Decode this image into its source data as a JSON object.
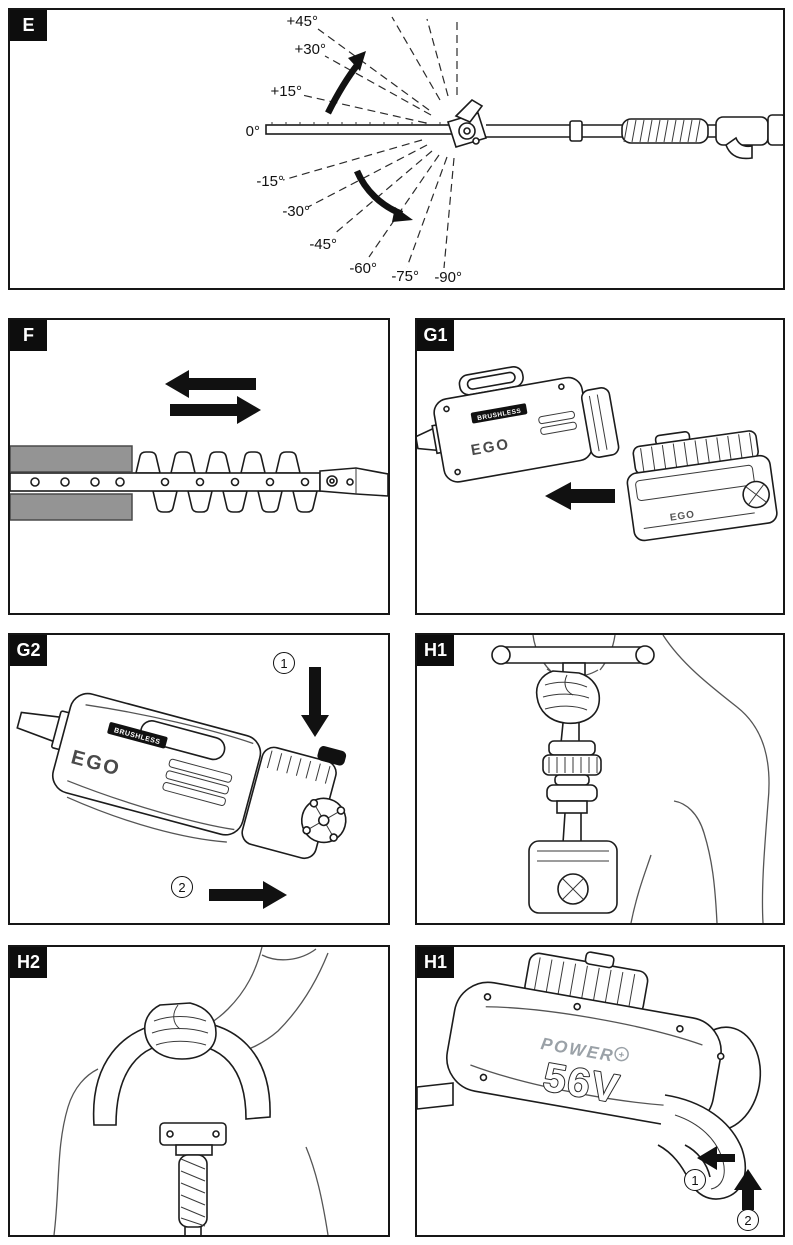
{
  "page": {
    "background": "#ffffff",
    "line_color": "#161616"
  },
  "panels": {
    "e": {
      "label": "E",
      "angles": [
        "+45°",
        "+30°",
        "+15°",
        "0°",
        "-15°",
        "-30°",
        "-45°",
        "-60°",
        "-75°",
        "-90°"
      ]
    },
    "f": {
      "label": "F"
    },
    "g1": {
      "label": "G1",
      "brand": "EGO",
      "motor_text": "BRUSHLESS",
      "battery_brand": "EGO"
    },
    "g2": {
      "label": "G2",
      "brand": "EGO",
      "motor_text": "BRUSHLESS",
      "steps": [
        "1",
        "2"
      ]
    },
    "h1_grip": {
      "label": "H1"
    },
    "h2": {
      "label": "H2"
    },
    "h1_trigger": {
      "label": "H1",
      "steps": [
        "1",
        "2"
      ],
      "branding": {
        "power": "POWER",
        "plus": "+",
        "voltage": "56V"
      }
    }
  }
}
